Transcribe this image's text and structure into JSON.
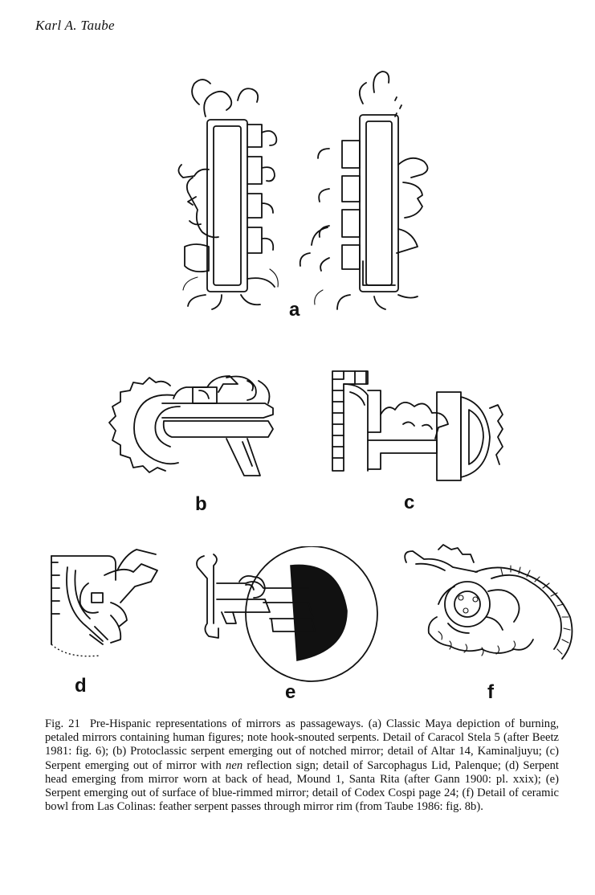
{
  "page": {
    "running_head": "Karl A. Taube"
  },
  "figure": {
    "panels": [
      {
        "letter": "a"
      },
      {
        "letter": "b"
      },
      {
        "letter": "c"
      },
      {
        "letter": "d"
      },
      {
        "letter": "e"
      },
      {
        "letter": "f"
      }
    ],
    "caption": {
      "label": "Fig. 21",
      "part1": "Pre-Hispanic representations of mirrors as passageways. (a) Classic Maya depiction of burning, petaled mirrors containing human figures; note hook-snouted serpents. Detail of Caracol Stela 5 (after Beetz 1981: fig. 6); (b) Protoclassic serpent emerging out of notched mirror; detail of Altar 14, Kaminaljuyu; (c) Serpent emerging out of mirror with",
      "italic_word": "nen",
      "part2": "reflection sign; detail of Sarcophagus Lid, Palenque; (d) Serpent head emerging from mirror worn at back of head, Mound 1, Santa Rita (after Gann 1900: pl. xxix); (e) Serpent emerging out of surface of blue-rimmed mirror; detail of Codex Cospi page 24; (f) Detail of ceramic bowl from Las Colinas: feather serpent passes through mirror rim (from Taube 1986: fig. 8b)."
    }
  }
}
